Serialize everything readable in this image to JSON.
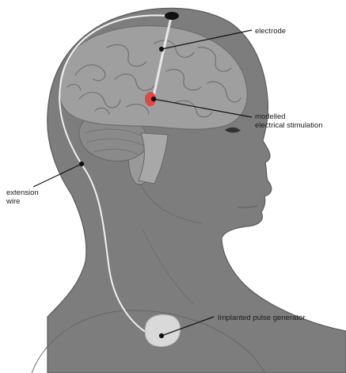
{
  "labels": {
    "electrode": "electrode",
    "stimulation": [
      "modelled",
      "electrical stimulation"
    ],
    "extension_wire": [
      "extension",
      "wire"
    ],
    "pulse_generator": "Implanted pulse generator"
  },
  "colors": {
    "head": "#7d7d7d",
    "head_outline": "#5a5a5a",
    "brain": "#9f9f9f",
    "brain_fold": "#6e6e6e",
    "cerebellum": "#8a8a8a",
    "wire": "#f2f2f2",
    "stimulation": "#e04848",
    "generator": "#d9d9d9",
    "leader": "#111111"
  }
}
